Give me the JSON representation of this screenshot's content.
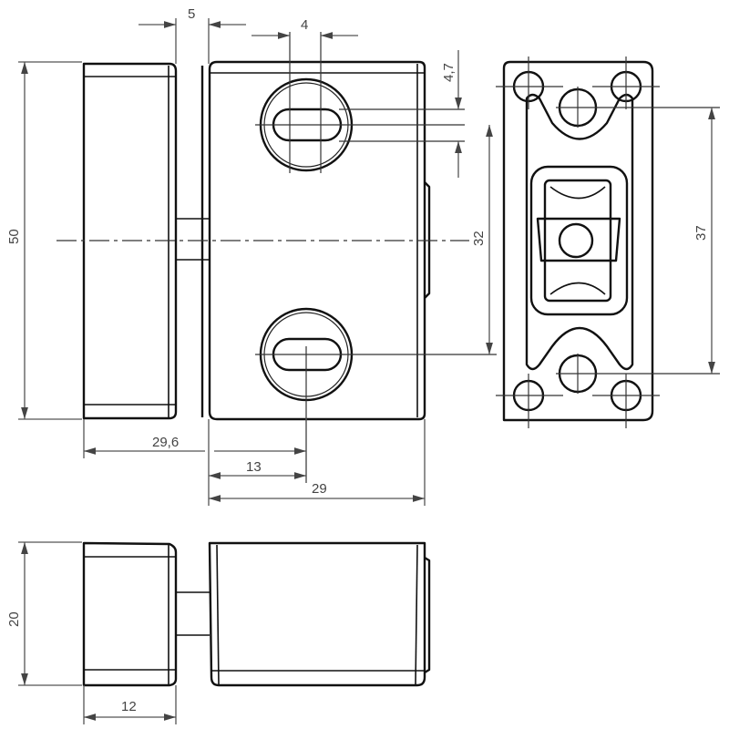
{
  "drawing": {
    "title": "Latch technical drawing",
    "colors": {
      "line": "#111111",
      "dimension": "#555555",
      "background": "#ffffff"
    },
    "views": [
      "front-view",
      "end-view-plate",
      "bottom-view"
    ],
    "dimensions": {
      "gap_top": "5",
      "slot_width": "4",
      "slot_offset": "4,7",
      "height_total": "50",
      "hole_spacing": "32",
      "plate_hole_spacing": "37",
      "overall_width": "29,6",
      "slot_to_edge": "13",
      "body_width": "29",
      "depth": "20",
      "knob_width": "12"
    }
  }
}
